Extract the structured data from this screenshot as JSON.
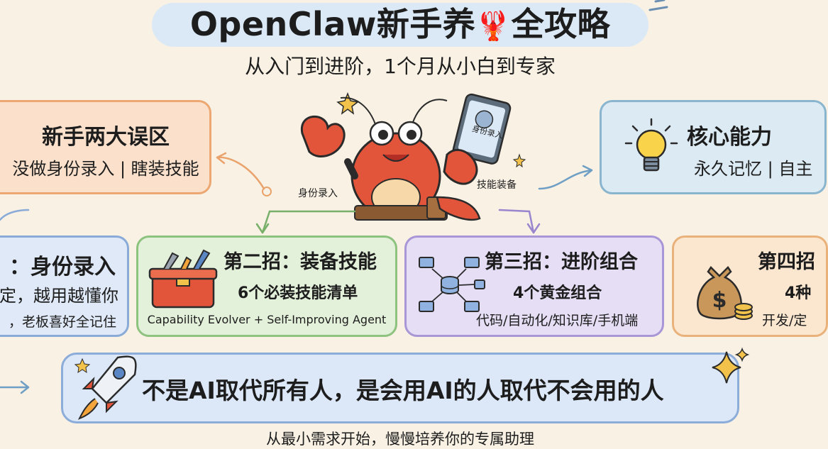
{
  "header": {
    "title_part1": "OpenClaw新手养",
    "title_part2": "全攻略",
    "subtitle": "从入门到进阶，1个月从小白到专家"
  },
  "mascot": {
    "tablet_label": "身份录入",
    "label_left": "身份录入",
    "label_right": "技能装备"
  },
  "cards": {
    "mistakes": {
      "title": "新手两大误区",
      "text": "没做身份录入 | 瞎装技能"
    },
    "core": {
      "title": "核心能力",
      "text": "永久记忆 | 自主"
    },
    "identity": {
      "title": "：身份录入",
      "line1": "定，越用越懂你",
      "line2": "，老板喜好全记住"
    },
    "skills": {
      "title": "第二招：装备技能",
      "line1": "6个必装技能清单",
      "line2": "Capability Evolver + Self-Improving Agent"
    },
    "advanced": {
      "title": "第三招：进阶组合",
      "line1": "4个黄金组合",
      "line2": "代码/自动化/知识库/手机端"
    },
    "fourth": {
      "title": "第四招",
      "line1": "4种",
      "line2": "开发/定"
    }
  },
  "quote": "不是AI取代所有人，是会用AI的人取代不会用的人",
  "footer": "从最小需求开始，慢慢培养你的专属助理",
  "colors": {
    "background": "#f8f1e4",
    "title_pill": "#dbe9f6",
    "orange_card": "#fbe1cc",
    "blue_card": "#dce8f8",
    "green_card": "#e3f0da",
    "purple_card": "#e6def5",
    "lobster": "#e2553a"
  },
  "icons": [
    "lobster-mascot",
    "tablet-brain-icon",
    "lightbulb-icon",
    "toolbox-icon",
    "network-icon",
    "money-bag-icon",
    "rocket-icon",
    "sparkle-icon"
  ]
}
